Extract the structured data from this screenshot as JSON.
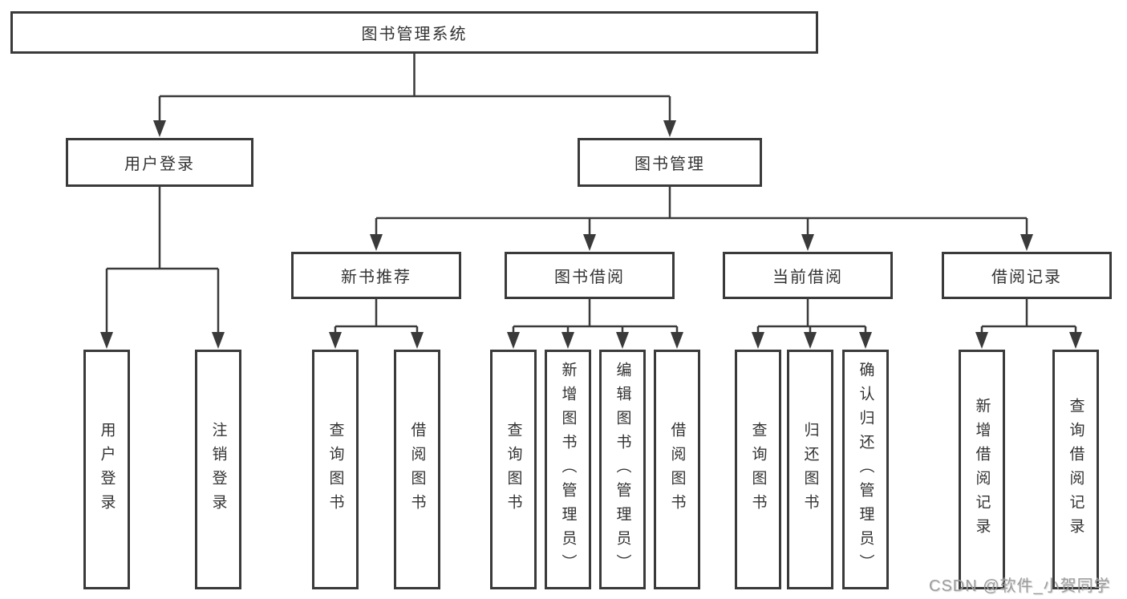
{
  "colors": {
    "line": "#3a3a3a",
    "text": "#333333",
    "box_background": "#ffffff",
    "watermark": "#9d9d9d"
  },
  "watermark": "CSDN @软件_小贺同学",
  "tree": {
    "root": {
      "label": "图书管理系统",
      "children": [
        {
          "label": "用户登录",
          "children": [
            {
              "label": "用户登录"
            },
            {
              "label": "注销登录"
            }
          ]
        },
        {
          "label": "图书管理",
          "children": [
            {
              "label": "新书推荐",
              "children": [
                {
                  "label": "查询图书"
                },
                {
                  "label": "借阅图书"
                }
              ]
            },
            {
              "label": "图书借阅",
              "children": [
                {
                  "label": "查询图书"
                },
                {
                  "label": "新增图书（管理员）"
                },
                {
                  "label": "编辑图书（管理员）"
                },
                {
                  "label": "借阅图书"
                }
              ]
            },
            {
              "label": "当前借阅",
              "children": [
                {
                  "label": "查询图书"
                },
                {
                  "label": "归还图书"
                },
                {
                  "label": "确认归还（管理员）"
                }
              ]
            },
            {
              "label": "借阅记录",
              "children": [
                {
                  "label": "新增借阅记录"
                },
                {
                  "label": "查询借阅记录"
                }
              ]
            }
          ]
        }
      ]
    }
  }
}
